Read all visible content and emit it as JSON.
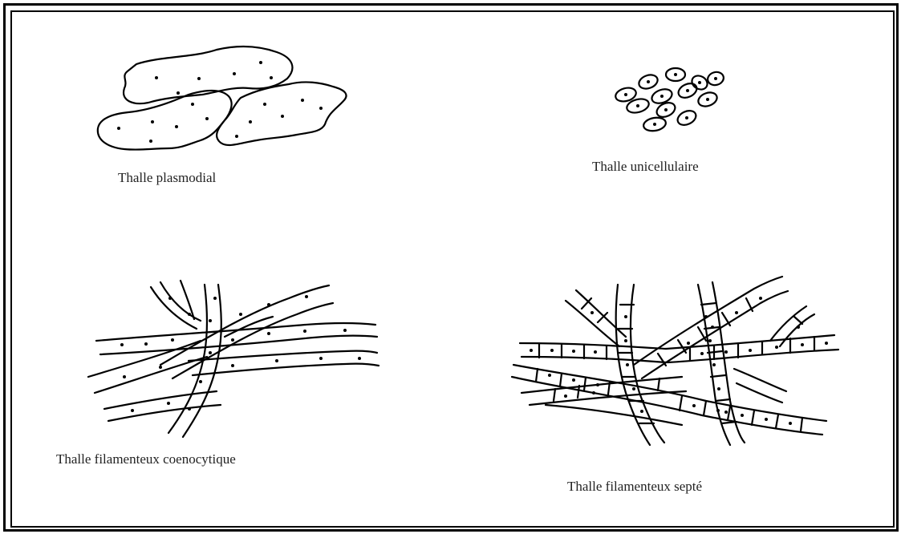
{
  "labels": {
    "plasmodial": "Thalle plasmodial",
    "unicellulaire": "Thalle unicellulaire",
    "coenocytique": "Thalle filamenteux coenocytique",
    "septe": "Thalle filamenteux septé"
  },
  "colors": {
    "ink": "#000000",
    "text": "#222222",
    "background": "#ffffff"
  }
}
